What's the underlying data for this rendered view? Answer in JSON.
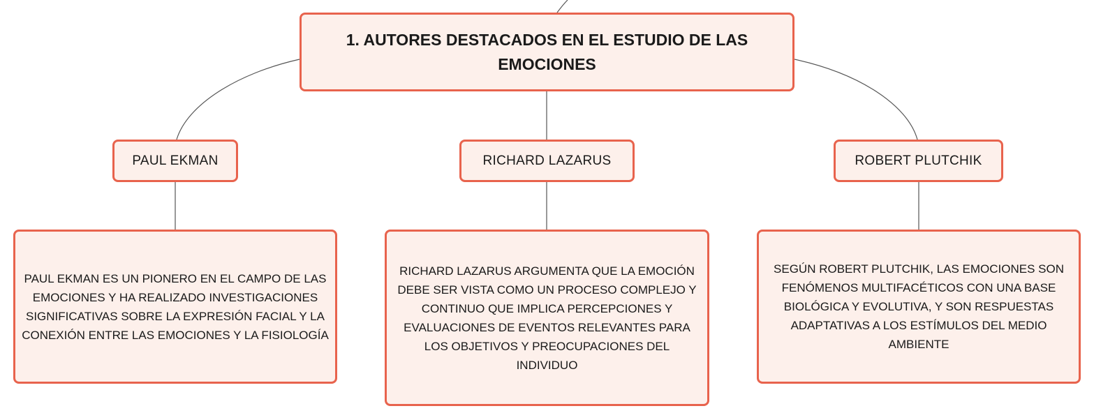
{
  "diagram": {
    "root": {
      "title": "1. AUTORES DESTACADOS EN EL ESTUDIO DE LAS EMOCIONES"
    },
    "authors": [
      {
        "name": "PAUL EKMAN",
        "description": "PAUL EKMAN ES UN PIONERO EN EL CAMPO DE LAS EMOCIONES Y HA REALIZADO INVESTIGACIONES SIGNIFICATIVAS SOBRE LA EXPRESIÓN FACIAL Y LA CONEXIÓN ENTRE LAS EMOCIONES Y LA FISIOLOGÍA"
      },
      {
        "name": "RICHARD LAZARUS",
        "description": "RICHARD LAZARUS ARGUMENTA QUE LA EMOCIÓN DEBE SER VISTA COMO UN PROCESO COMPLEJO Y CONTINUO QUE IMPLICA PERCEPCIONES Y EVALUACIONES DE EVENTOS RELEVANTES PARA LOS OBJETIVOS Y PREOCUPACIONES DEL INDIVIDUO"
      },
      {
        "name": "ROBERT PLUTCHIK",
        "description": "SEGÚN ROBERT PLUTCHIK, LAS EMOCIONES SON FENÓMENOS MULTIFACÉTICOS CON UNA BASE BIOLÓGICA Y EVOLUTIVA, Y SON RESPUESTAS ADAPTATIVAS A LOS ESTÍMULOS DEL MEDIO AMBIENTE"
      }
    ]
  },
  "colors": {
    "node_border": "#e8634d",
    "node_fill": "#fdf0eb",
    "connector": "#555555",
    "text": "#1a1a1a"
  }
}
